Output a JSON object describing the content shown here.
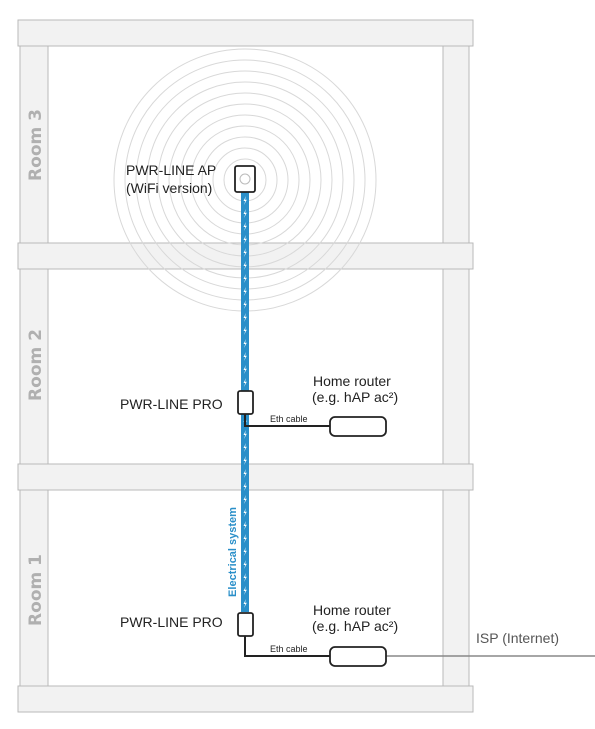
{
  "rooms": [
    {
      "label": "Room 3"
    },
    {
      "label": "Room 2"
    },
    {
      "label": "Room 1"
    }
  ],
  "devices": {
    "ap": {
      "line1": "PWR-LINE AP",
      "line2": "(WiFi version)"
    },
    "pro_room2": {
      "label": "PWR-LINE PRO"
    },
    "pro_room1": {
      "label": "PWR-LINE PRO"
    }
  },
  "routers": {
    "room2": {
      "line1": "Home router",
      "line2": "(e.g. hAP ac²)",
      "cable": "Eth cable"
    },
    "room1": {
      "line1": "Home router",
      "line2": "(e.g. hAP ac²)",
      "cable": "Eth cable"
    }
  },
  "electrical_system": {
    "label": "Electrical system"
  },
  "isp": {
    "label": "ISP (Internet)"
  },
  "colors": {
    "frame_fill": "#f2f2f2",
    "frame_stroke": "#b9b9b9",
    "wire": "#2a8fc9",
    "wire_bolt": "#ffffff",
    "wifi_ring": "#d8d8d8",
    "device_stroke": "#222222"
  }
}
